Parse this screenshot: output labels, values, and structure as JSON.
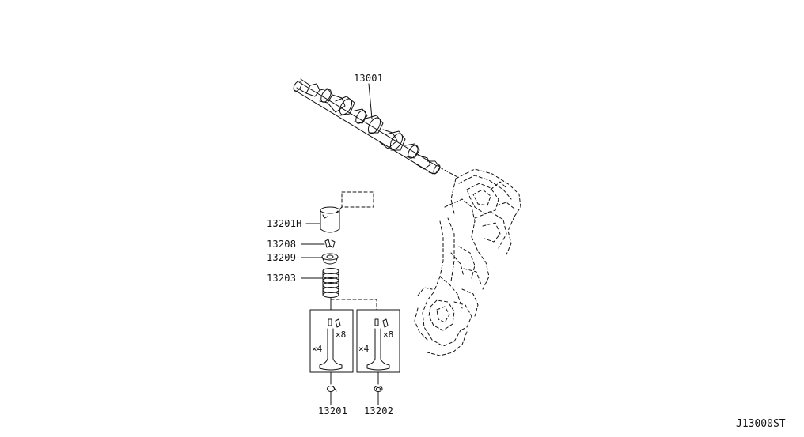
{
  "parts": [
    {
      "id": "camshaft",
      "number": "13001"
    },
    {
      "id": "valve-lifter",
      "number": "13201H"
    },
    {
      "id": "valve-collet",
      "number": "13208"
    },
    {
      "id": "valve-spring-retainer",
      "number": "13209"
    },
    {
      "id": "valve-spring",
      "number": "13203"
    },
    {
      "id": "intake-valve",
      "number": "13201"
    },
    {
      "id": "exhaust-valve",
      "number": "13202"
    }
  ],
  "quantities": {
    "intake_valves": "×4",
    "intake_collets": "×8",
    "exhaust_valves": "×4",
    "exhaust_collets": "×8"
  },
  "diagram_reference": "J13000ST",
  "colors": {
    "line": "#111111",
    "background": "#ffffff"
  }
}
